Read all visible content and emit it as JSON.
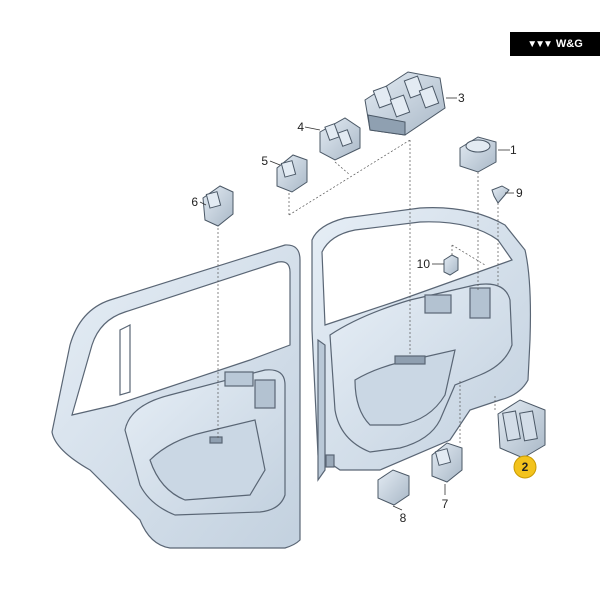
{
  "brand": {
    "text": "W&G",
    "logo_icon": "wing-logo-icon",
    "background": "#000000",
    "color": "#ffffff"
  },
  "callouts": [
    {
      "id": "c1",
      "label": "1"
    },
    {
      "id": "c2",
      "label": "2",
      "highlighted": true,
      "highlight_color": "#f3c31c"
    },
    {
      "id": "c3",
      "label": "3"
    },
    {
      "id": "c4",
      "label": "4"
    },
    {
      "id": "c5",
      "label": "5"
    },
    {
      "id": "c6",
      "label": "6"
    },
    {
      "id": "c7",
      "label": "7"
    },
    {
      "id": "c8",
      "label": "8"
    },
    {
      "id": "c9",
      "label": "9"
    },
    {
      "id": "c10",
      "label": "10"
    }
  ],
  "colors": {
    "part_fill": "#c8d5e2",
    "part_stroke": "#4b5866",
    "door_fill": "#d6e2ee",
    "door_stroke": "#5a6675",
    "leader": "#333333"
  }
}
